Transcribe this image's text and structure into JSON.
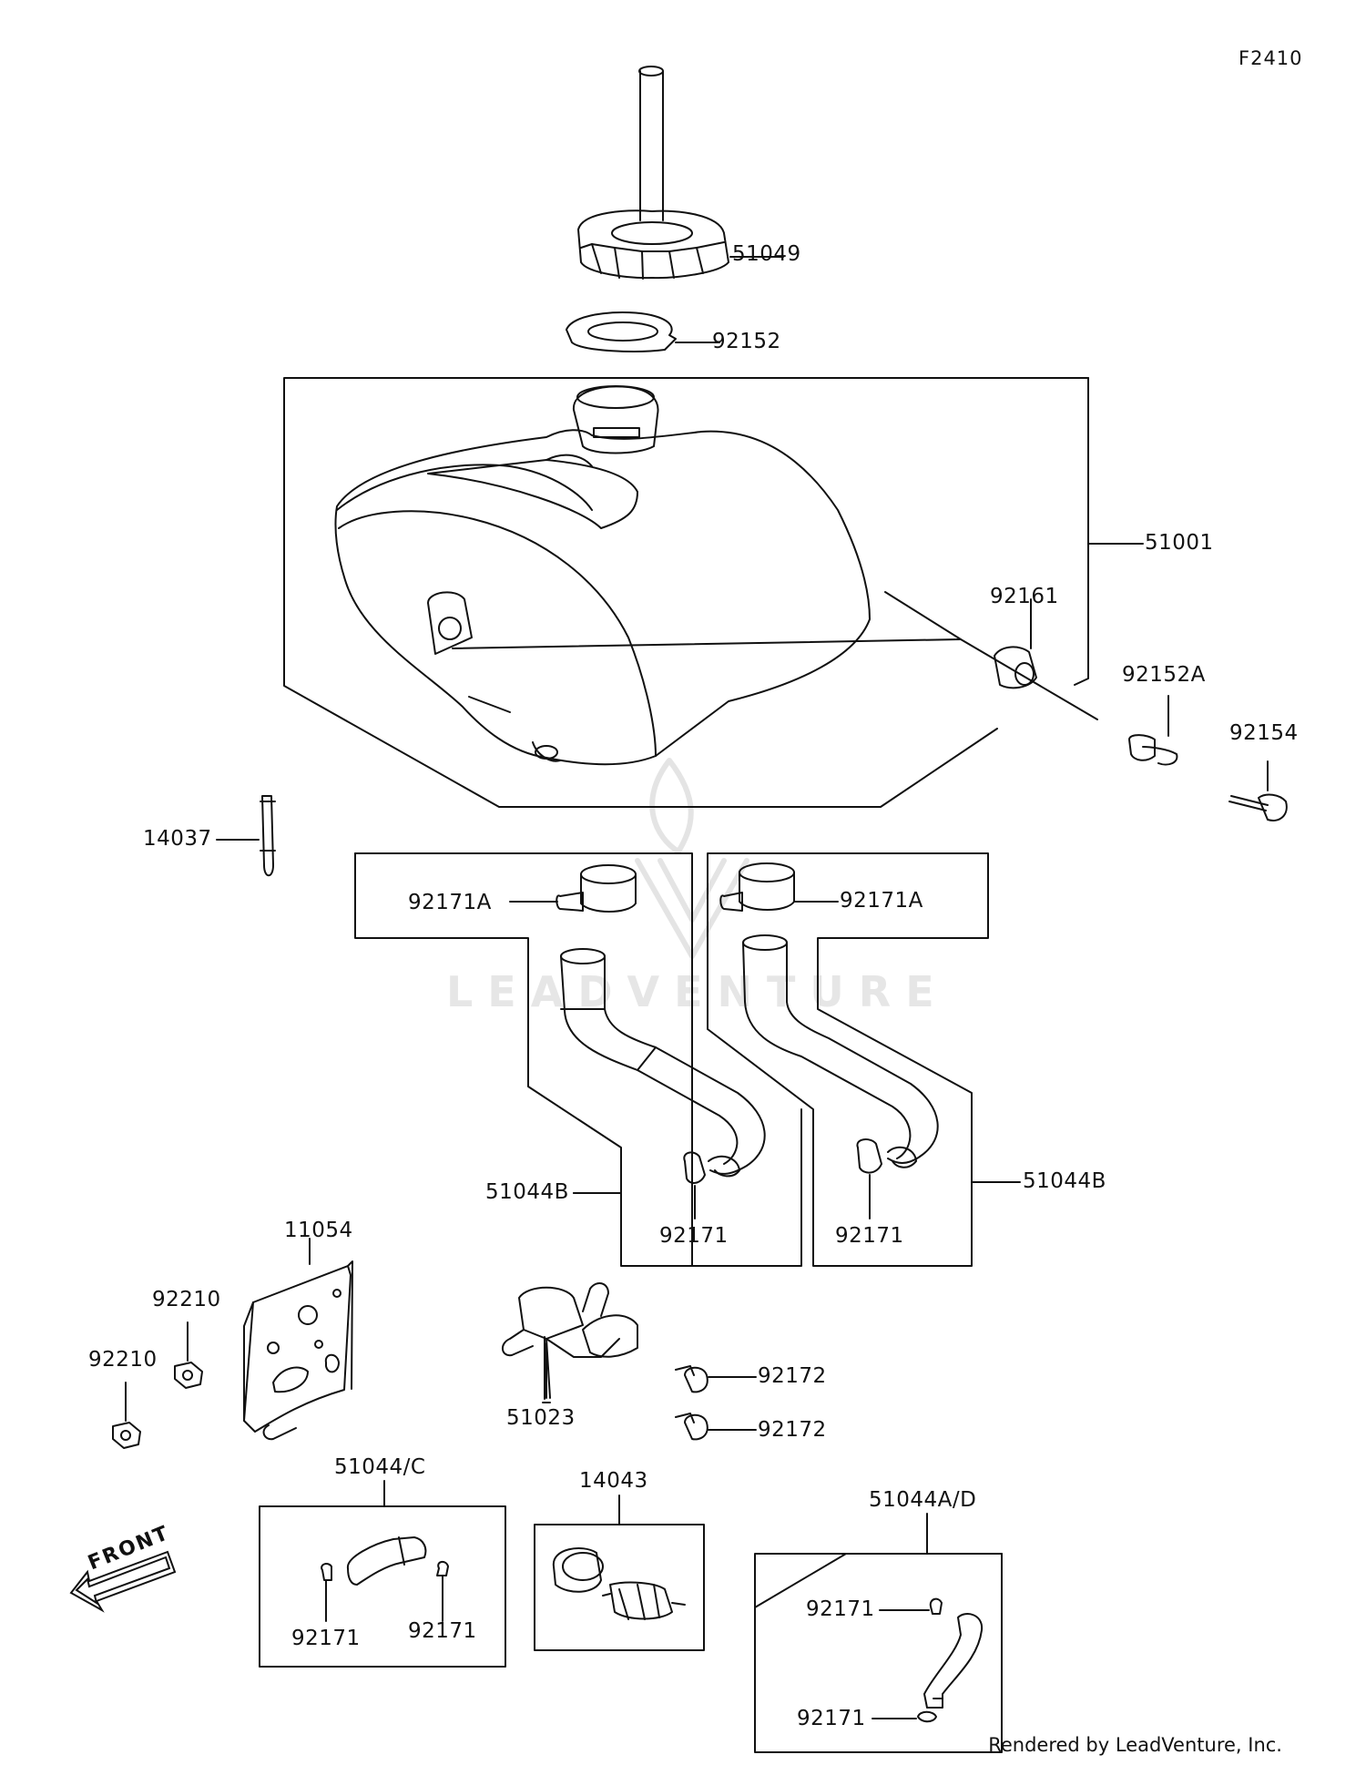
{
  "figure_id": "F2410",
  "watermark": "LEADVENTURE",
  "footer": "Rendered by LeadVenture, Inc.",
  "front_label": "FRONT",
  "parts": {
    "p51049": "51049",
    "p92152": "92152",
    "p51001": "51001",
    "p92161": "92161",
    "p92152A": "92152A",
    "p92154": "92154",
    "p14037": "14037",
    "p92171A_left": "92171A",
    "p92171A_right": "92171A",
    "p51044B_left": "51044B",
    "p51044B_right": "51044B",
    "p92171_b_left": "92171",
    "p92171_b_right": "92171",
    "p11054": "11054",
    "p92210_top": "92210",
    "p92210_bottom": "92210",
    "p51023": "51023",
    "p92172_top": "92172",
    "p92172_bottom": "92172",
    "p51044C": "51044/C",
    "p92171_c_left": "92171",
    "p92171_c_right": "92171",
    "p14043": "14043",
    "p51044AD": "51044A/D",
    "p92171_d_top": "92171",
    "p92171_d_bottom": "92171"
  }
}
